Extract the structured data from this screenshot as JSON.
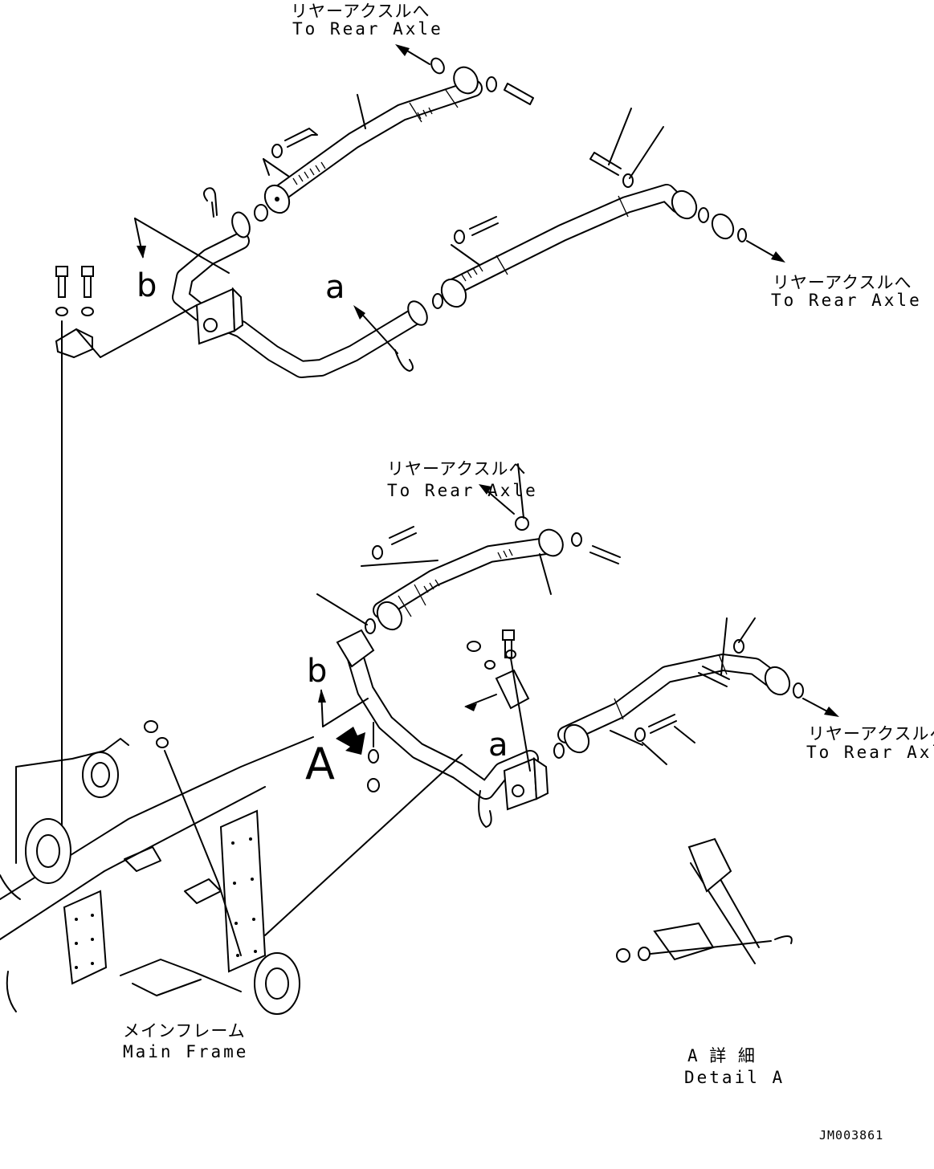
{
  "labels": {
    "rear_axle_jp": "リヤーアクスルへ",
    "rear_axle_en": "To Rear Axle",
    "main_frame_jp": "メインフレーム",
    "main_frame_en": "Main Frame",
    "detail_jp": "A 詳 細",
    "detail_en": "Detail A",
    "callout_a": "a",
    "callout_b": "b",
    "view_A": "A",
    "drawing_code": "JM003861"
  }
}
